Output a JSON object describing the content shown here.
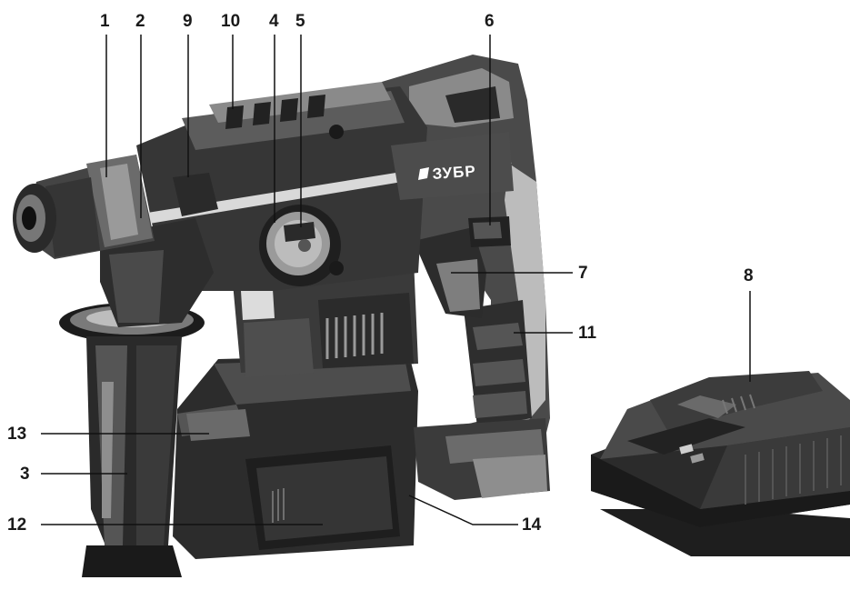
{
  "brand": {
    "logo_text": "ЗУБР"
  },
  "callouts": {
    "c1": "1",
    "c2": "2",
    "c3": "3",
    "c4": "4",
    "c5": "5",
    "c6": "6",
    "c7": "7",
    "c8": "8",
    "c9": "9",
    "c10": "10",
    "c11": "11",
    "c12": "12",
    "c13": "13",
    "c14": "14"
  },
  "colors": {
    "body_dark": "#2f2f2f",
    "body_mid": "#5a5a5a",
    "body_light": "#8e8e8e",
    "highlight": "#bdbdbd",
    "outline": "#111111"
  }
}
